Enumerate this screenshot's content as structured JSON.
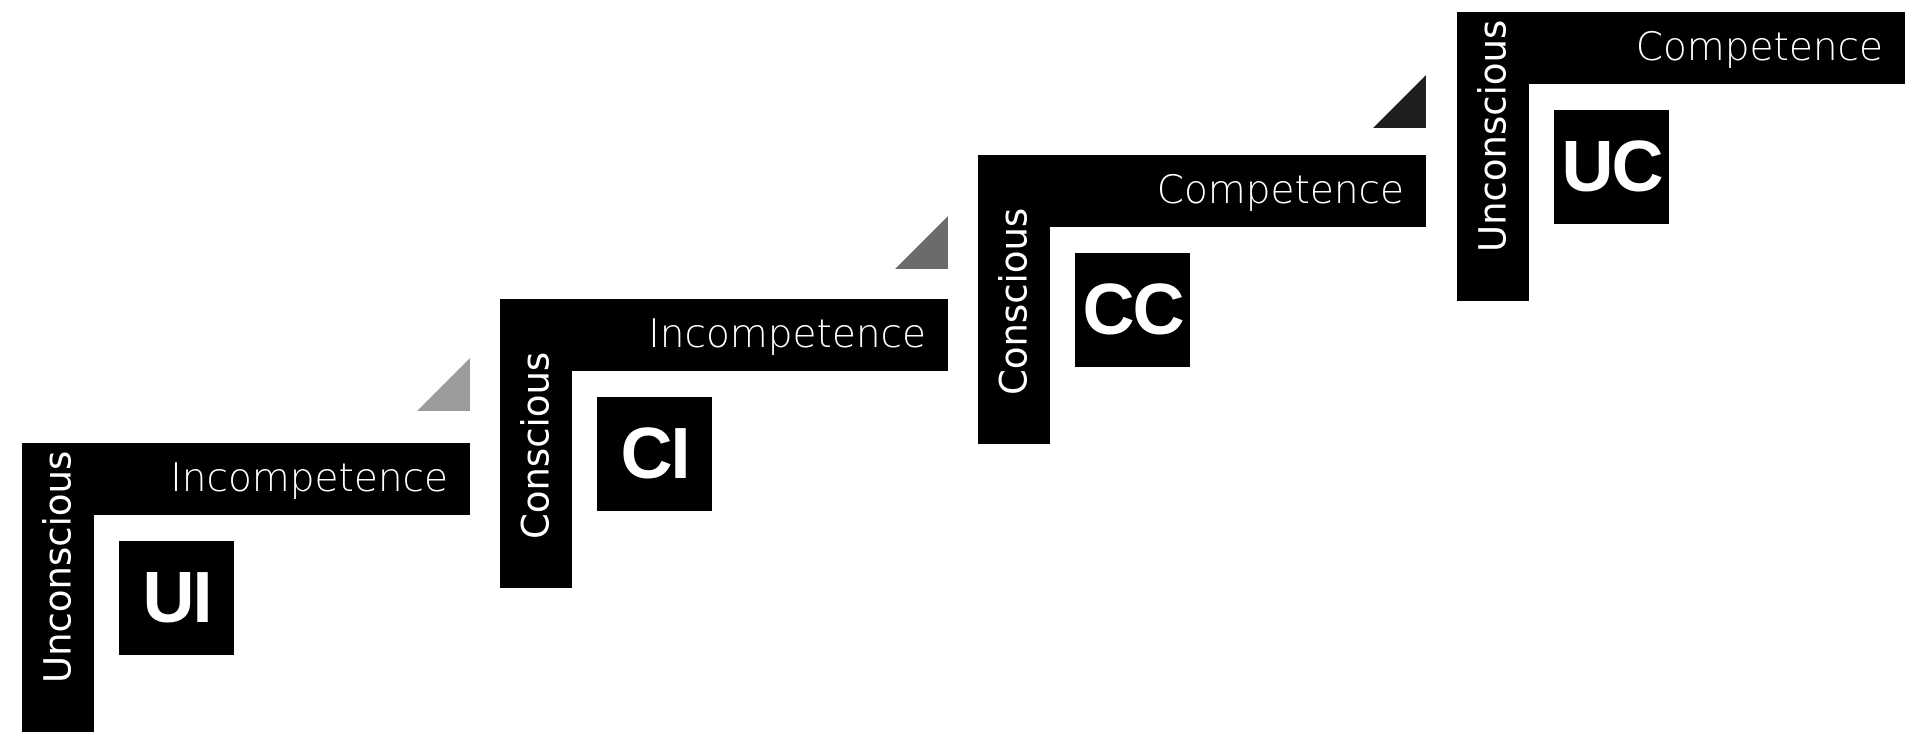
{
  "stages": [
    {
      "side_label": "Unconscious",
      "top_label": "Incompetence",
      "abbr": "UI",
      "step_color": "#9b9b9b"
    },
    {
      "side_label": "Conscious",
      "top_label": "Incompetence",
      "abbr": "CI",
      "step_color": "#6b6b6b"
    },
    {
      "side_label": "Conscious",
      "top_label": "Competence",
      "abbr": "CC",
      "step_color": "#1f1f1f"
    },
    {
      "side_label": "Unconscious",
      "top_label": "Competence",
      "abbr": "UC"
    }
  ]
}
